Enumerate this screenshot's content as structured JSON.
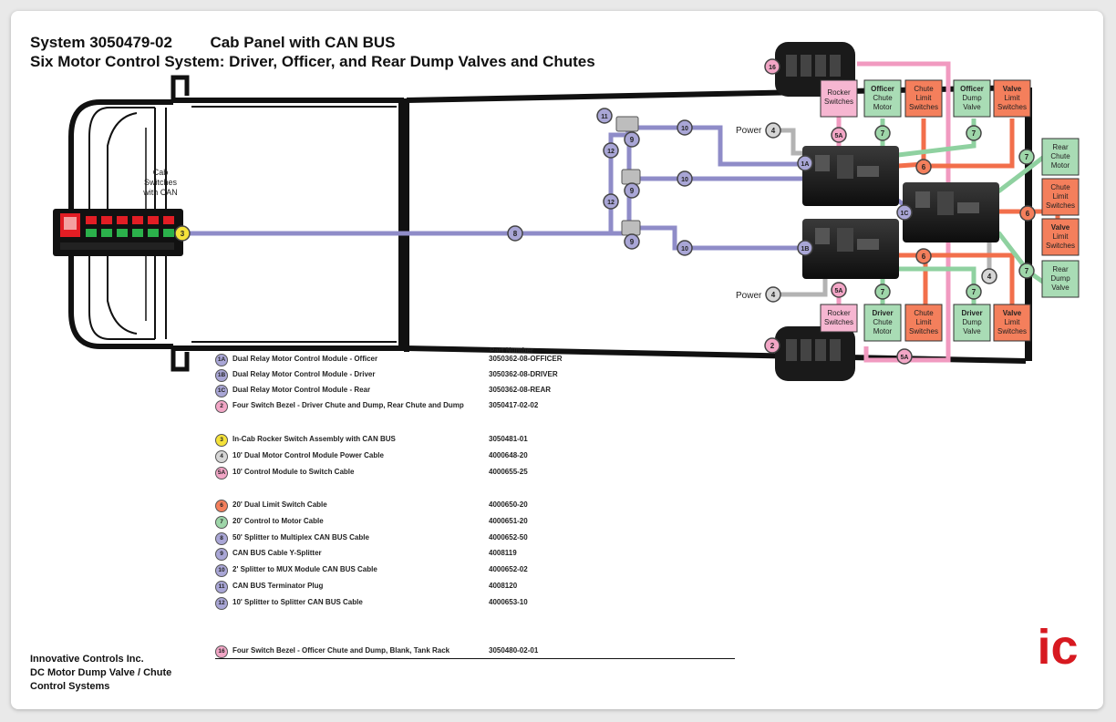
{
  "titles": {
    "line1_system": "System 3050479-02",
    "line1_subtitle": "Cab Panel with CAN BUS",
    "line2": "Six Motor Control System:  Driver, Officer, and Rear Dump Valves and Chutes"
  },
  "cab_label": [
    "Cab",
    "Switches",
    "with CAN"
  ],
  "power_label": "Power",
  "boxes": {
    "rocker_switches_top": [
      "Rocker",
      "Switches"
    ],
    "officer_chute_motor": [
      "Officer",
      "Chute",
      "Motor"
    ],
    "chute_limit_switches_top": [
      "Chute",
      "Limit",
      "Switches"
    ],
    "officer_dump_valve": [
      "Officer",
      "Dump",
      "Valve"
    ],
    "valve_limit_switches_top": [
      "Valve",
      "Limit",
      "Switches"
    ],
    "rear_chute_motor": [
      "Rear",
      "Chute",
      "Motor"
    ],
    "chute_limit_switches_rear": [
      "Chute",
      "Limit",
      "Switches"
    ],
    "valve_limit_switches_rear": [
      "Valve",
      "Limit",
      "Switches"
    ],
    "rear_dump_valve": [
      "Rear",
      "Dump",
      "Valve"
    ],
    "rocker_switches_bottom": [
      "Rocker",
      "Switches"
    ],
    "driver_chute_motor": [
      "Driver",
      "Chute",
      "Motor"
    ],
    "chute_limit_switches_bottom": [
      "Chute",
      "Limit",
      "Switches"
    ],
    "driver_dump_valve": [
      "Driver",
      "Dump",
      "Valve"
    ],
    "valve_limit_switches_bottom": [
      "Valve",
      "Limit",
      "Switches"
    ]
  },
  "part_number_header": "Part Number",
  "legend": [
    {
      "id": "1A",
      "color": "#a9a6d6",
      "desc": "Dual Relay Motor Control Module - Officer",
      "part": "3050362-08-OFFICER"
    },
    {
      "id": "1B",
      "color": "#a9a6d6",
      "desc": "Dual Relay Motor Control Module - Driver",
      "part": "3050362-08-DRIVER"
    },
    {
      "id": "1C",
      "color": "#a9a6d6",
      "desc": "Dual Relay Motor Control Module - Rear",
      "part": "3050362-08-REAR"
    },
    {
      "id": "2",
      "color": "#f2a6c6",
      "desc": "Four Switch Bezel - Driver Chute and Dump, Rear Chute and Dump",
      "part": "3050417-02-02"
    },
    {
      "id": "3",
      "color": "#f5e23a",
      "desc": "In-Cab Rocker Switch Assembly with CAN BUS",
      "part": "3050481-01"
    },
    {
      "id": "4",
      "color": "#d6d6d6",
      "desc": "10' Dual Motor Control Module Power Cable",
      "part": "4000648-20"
    },
    {
      "id": "5A",
      "color": "#f2a6c6",
      "desc": "10' Control Module to Switch Cable",
      "part": "4000655-25"
    },
    {
      "id": "6",
      "color": "#f47f5c",
      "desc": "20' Dual Limit Switch Cable",
      "part": "4000650-20"
    },
    {
      "id": "7",
      "color": "#9ed6a9",
      "desc": "20' Control to Motor Cable",
      "part": "4000651-20"
    },
    {
      "id": "8",
      "color": "#a9a6d6",
      "desc": "50' Splitter to Multiplex CAN BUS Cable",
      "part": "4000652-50"
    },
    {
      "id": "9",
      "color": "#a9a6d6",
      "desc": "CAN BUS Cable Y-Splitter",
      "part": "4008119"
    },
    {
      "id": "10",
      "color": "#a9a6d6",
      "desc": "2' Splitter to MUX Module CAN BUS Cable",
      "part": "4000652-02"
    },
    {
      "id": "11",
      "color": "#a9a6d6",
      "desc": "CAN BUS Terminator Plug",
      "part": "4008120"
    },
    {
      "id": "12",
      "color": "#a9a6d6",
      "desc": "10' Splitter to Splitter CAN BUS Cable",
      "part": "4000653-10"
    },
    {
      "id": "16",
      "color": "#f2a6c6",
      "desc": "Four Switch Bezel - Officer Chute and Dump, Blank, Tank Rack",
      "part": "3050480-02-01"
    }
  ],
  "company": [
    "Innovative Controls Inc.",
    "DC Motor Dump Valve / Chute",
    "Control Systems"
  ],
  "logo_text": "ic",
  "colors": {
    "can_bus": "#8f8cc8",
    "pink": "#f19ac0",
    "orange": "#f26f4b",
    "green": "#8fd1a0",
    "gray": "#b3b3b3",
    "logo_red": "#d71920"
  }
}
